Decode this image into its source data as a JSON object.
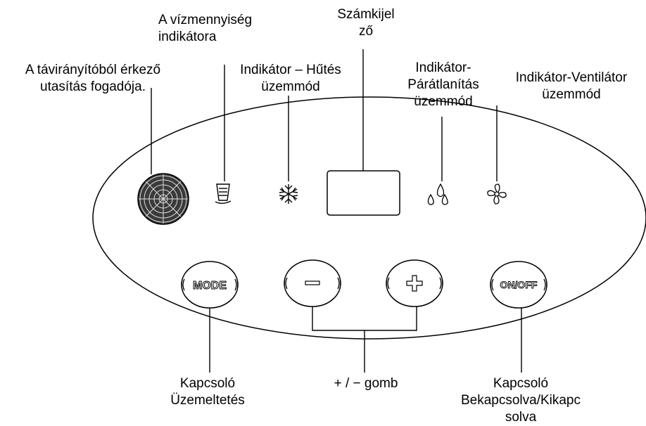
{
  "labels": {
    "receiver": [
      "A távirányítóból érkező",
      "utasítás fogadója."
    ],
    "water": [
      "A vízmennyiség",
      "indikátora"
    ],
    "cooling": [
      "Indikátor – Hűtés",
      "üzemmód"
    ],
    "display": [
      "Számkijel",
      "ző"
    ],
    "dehumid": [
      "Indikátor-",
      "Párátlanítás",
      "üzemmód"
    ],
    "fan": [
      "Indikátor-Ventilátor",
      "üzemmód"
    ],
    "mode_switch": [
      "Kapcsoló",
      "Üzemeltetés"
    ],
    "plus_minus": "+ / − gomb",
    "power_switch": [
      "Kapcsoló",
      "Bekapcsolva/Kikapc",
      "solva"
    ]
  },
  "buttons": {
    "mode": "MODE",
    "minus": "−",
    "plus": "+",
    "onoff": "ON/OFF"
  }
}
